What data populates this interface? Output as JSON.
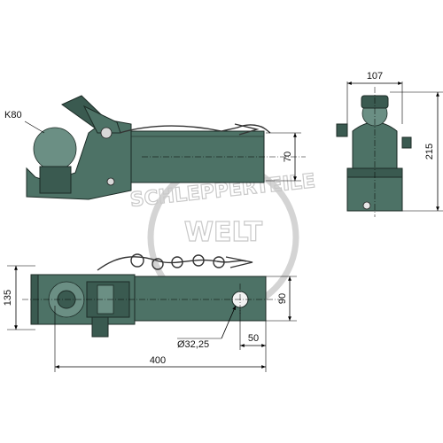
{
  "labels": {
    "ball_size": "K80",
    "side_height": "70",
    "top_width": "107",
    "front_height": "215",
    "plan_width": "135",
    "shank_width": "90",
    "hole_diameter": "Ø32,25",
    "hole_offset": "50",
    "overall_length": "400"
  },
  "watermark": {
    "line1": "SCHLEPPERTEILE",
    "line2": "WELT"
  },
  "colors": {
    "body": "#4d7266",
    "body_dark": "#3a5a50",
    "outline": "#1c2b26"
  }
}
